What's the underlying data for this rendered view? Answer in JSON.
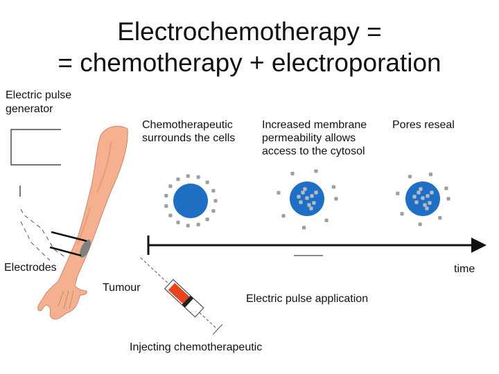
{
  "title": {
    "line1": "Electrochemotherapy =",
    "line2": "= chemotherapy + electroporation"
  },
  "labels": {
    "generator_line1": "Electric pulse",
    "generator_line2": "generator",
    "electrodes": "Electrodes",
    "tumour": "Tumour",
    "injecting": "Injecting chemotherapeutic",
    "pulse_application": "Electric pulse application",
    "time": "time"
  },
  "stages": [
    {
      "lines": [
        "Chemotherapeutic",
        "surrounds the cells"
      ],
      "drug_inside": false
    },
    {
      "lines": [
        "Increased membrane",
        "permeability allows",
        "access to the cytosol"
      ],
      "drug_inside": true
    },
    {
      "lines": [
        "Pores reseal"
      ],
      "drug_inside": true
    }
  ],
  "colors": {
    "cell": "#1f6fc5",
    "drug_dot": "#9aa0a6",
    "skin": "#f5b08f",
    "tumour": "#808080",
    "syringe": "#e8451e"
  }
}
